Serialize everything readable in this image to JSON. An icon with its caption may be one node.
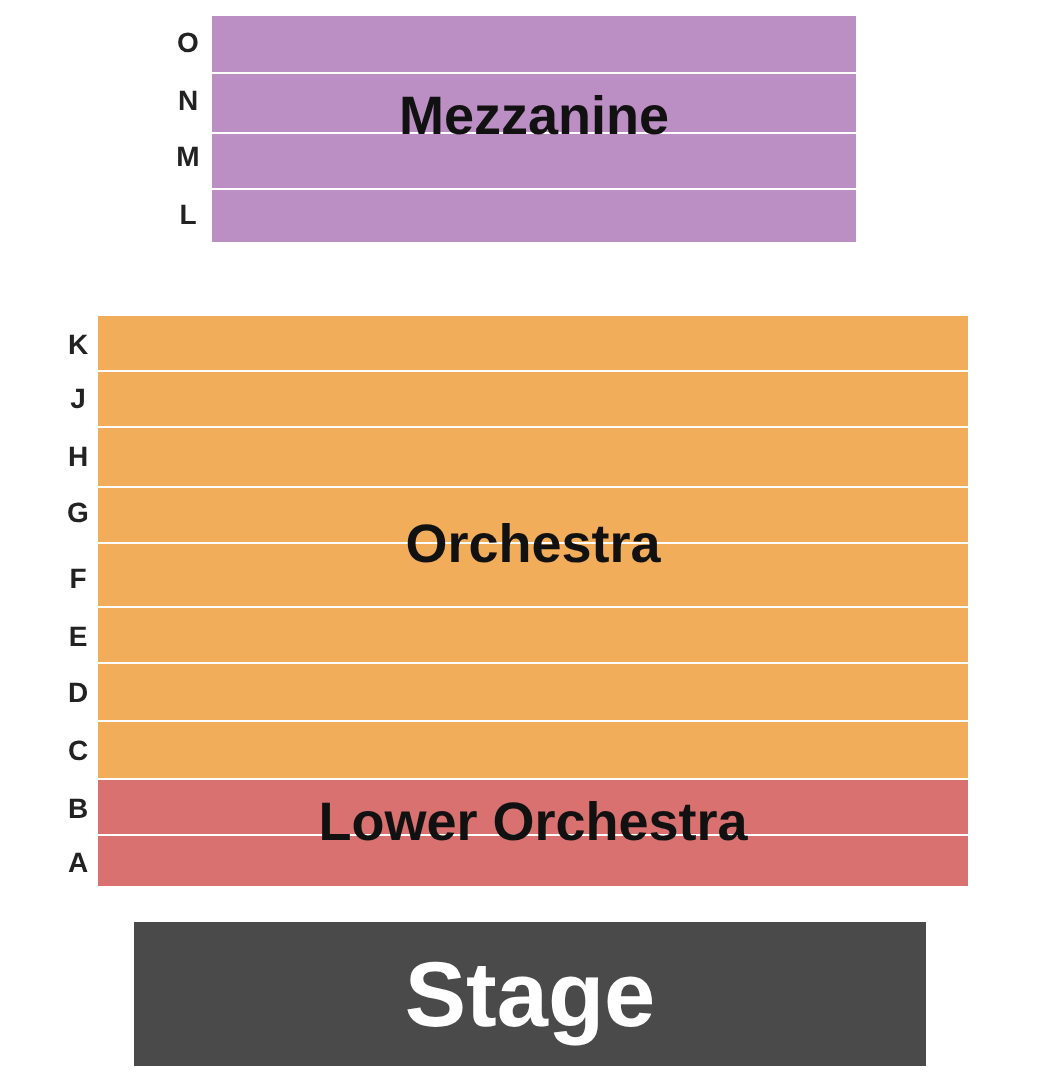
{
  "diagram": {
    "nodes": [
      {
        "text": [
          "Mezzanine"
        ]
      },
      {
        "text": [
          "Orchestra"
        ]
      },
      {
        "text": [
          "Lower Orchestra"
        ]
      },
      {
        "text": [
          "Stage"
        ]
      }
    ],
    "labels": [
      "O",
      "N",
      "M",
      "L",
      "K",
      "J",
      "H",
      "G",
      "F",
      "E",
      "D",
      "C",
      "B",
      "A"
    ]
  }
}
